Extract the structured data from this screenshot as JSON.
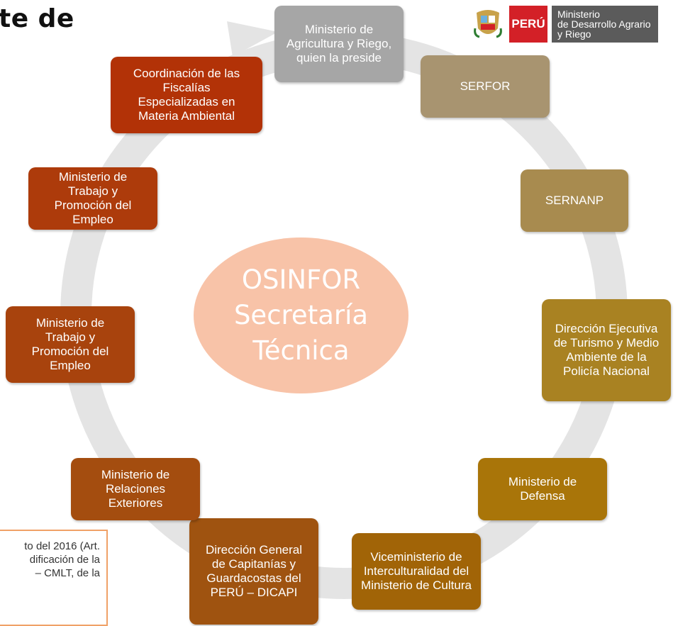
{
  "header": {
    "title": "te de"
  },
  "logo": {
    "country": "PERÚ",
    "ministry_lines": [
      "Ministerio",
      "de Desarrollo Agrario",
      "y Riego"
    ]
  },
  "diagram": {
    "center_lines": [
      "OSINFOR",
      "Secretaría",
      "Técnica"
    ],
    "nodes": [
      {
        "label": "Ministerio de Agricultura y Riego, quien la preside",
        "color": "#a6a6a6"
      },
      {
        "label": "SERFOR",
        "color": "#a89470"
      },
      {
        "label": "SERNANP",
        "color": "#a88b4f"
      },
      {
        "label": "Dirección Ejecutiva de Turismo y Medio Ambiente de la Policía Nacional",
        "color": "#a98222"
      },
      {
        "label": "Ministerio de Defensa",
        "color": "#a97509"
      },
      {
        "label": "Viceministerio de Interculturalidad del Ministerio de Cultura",
        "color": "#a16407"
      },
      {
        "label": "Dirección General de Capitanías y Guardacostas del PERÚ – DICAPI",
        "color": "#9f5310"
      },
      {
        "label": "Ministerio de Relaciones Exteriores",
        "color": "#a44d0f"
      },
      {
        "label": "Ministerio de Trabajo y Promoción del Empleo",
        "color": "#a8430d"
      },
      {
        "label": "Ministerio de Trabajo y Promoción del Empleo",
        "color": "#ad3b0b"
      },
      {
        "label": "Coordinación de las Fiscalías Especializadas en Materia Ambiental",
        "color": "#b23207"
      }
    ]
  },
  "note": {
    "lines": [
      "to del 2016 (Art.",
      "dificación de la",
      "– CMLT, de la"
    ]
  }
}
